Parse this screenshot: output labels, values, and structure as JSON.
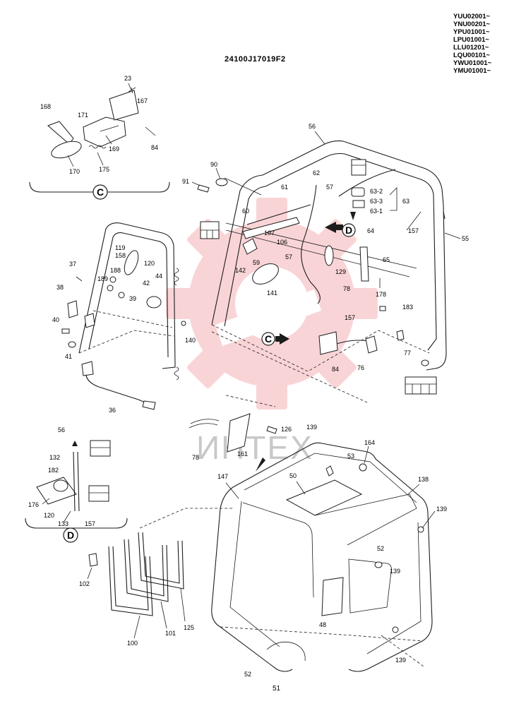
{
  "header": {
    "drawing_code": "24100J17019F2",
    "serial_ranges": [
      "YUU02001~",
      "YNU00201~",
      "YPU01001~",
      "LPU01001~",
      "LLU01201~",
      "LQU00101~",
      "YWU01001~",
      "YMU01001~"
    ]
  },
  "watermark": {
    "text": "ИНТЕХ"
  },
  "page_number": "51",
  "detail_views": [
    {
      "id": "C",
      "letter": "C"
    },
    {
      "id": "D",
      "letter": "D"
    }
  ],
  "callout_letters": {
    "to_view_c": "C",
    "to_view_d": "D"
  },
  "part_labels": {
    "p23": "23",
    "p167": "167",
    "p168": "168",
    "p171": "171",
    "p169": "169",
    "p84a": "84",
    "p170": "170",
    "p175": "175",
    "p91": "91",
    "p90": "90",
    "p56a": "56",
    "p62": "62",
    "p61": "61",
    "p57a": "57",
    "p63_2": "63-2",
    "p63_3": "63-3",
    "p63_1": "63-1",
    "p63": "63",
    "p60": "60",
    "p107": "107",
    "p106": "106",
    "p64": "64",
    "p157a": "157",
    "p55": "55",
    "p57b": "57",
    "p59": "59",
    "p142": "142",
    "p141": "141",
    "p129": "129",
    "p65": "65",
    "p78a": "78",
    "p178": "178",
    "p183": "183",
    "p157b": "157",
    "p77": "77",
    "p76": "76",
    "p84b": "84",
    "p119": "119",
    "p158": "158",
    "p120a": "120",
    "p188": "188",
    "p189": "189",
    "p44": "44",
    "p42": "42",
    "p39": "39",
    "p37": "37",
    "p38": "38",
    "p40": "40",
    "p41": "41",
    "p140": "140",
    "p36": "36",
    "p126": "126",
    "p139a": "139",
    "p78b": "78",
    "p161": "161",
    "p164": "164",
    "p53": "53",
    "p147": "147",
    "p50": "50",
    "p138": "138",
    "p139b": "139",
    "p52a": "52",
    "p139c": "139",
    "p48": "48",
    "p139d": "139",
    "p52b": "52",
    "p56b": "56",
    "p132": "132",
    "p182": "182",
    "p176": "176",
    "p120b": "120",
    "p133": "133",
    "p157c": "157",
    "p102": "102",
    "p100": "100",
    "p101": "101",
    "p125": "125"
  }
}
